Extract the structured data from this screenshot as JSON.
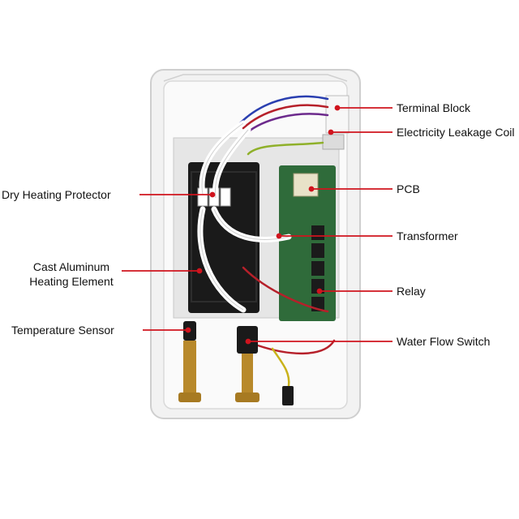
{
  "colors": {
    "leader": "#d0141e",
    "label_text": "#111111",
    "case": "#f4f4f4",
    "heater": "#1a1a1a",
    "pcb": "#2f6b3a",
    "brass": "#b8892b"
  },
  "labels": {
    "terminal_block": "Terminal Block",
    "leakage_coil": "Electricity Leakage Coil",
    "pcb": "PCB",
    "transformer": "Transformer",
    "relay": "Relay",
    "water_flow_switch": "Water Flow Switch",
    "dry_heating_protector": "Dry Heating Protector",
    "cast_aluminum_line1": "Cast Aluminum",
    "cast_aluminum_line2": "Heating Element",
    "temperature_sensor": "Temperature Sensor"
  }
}
